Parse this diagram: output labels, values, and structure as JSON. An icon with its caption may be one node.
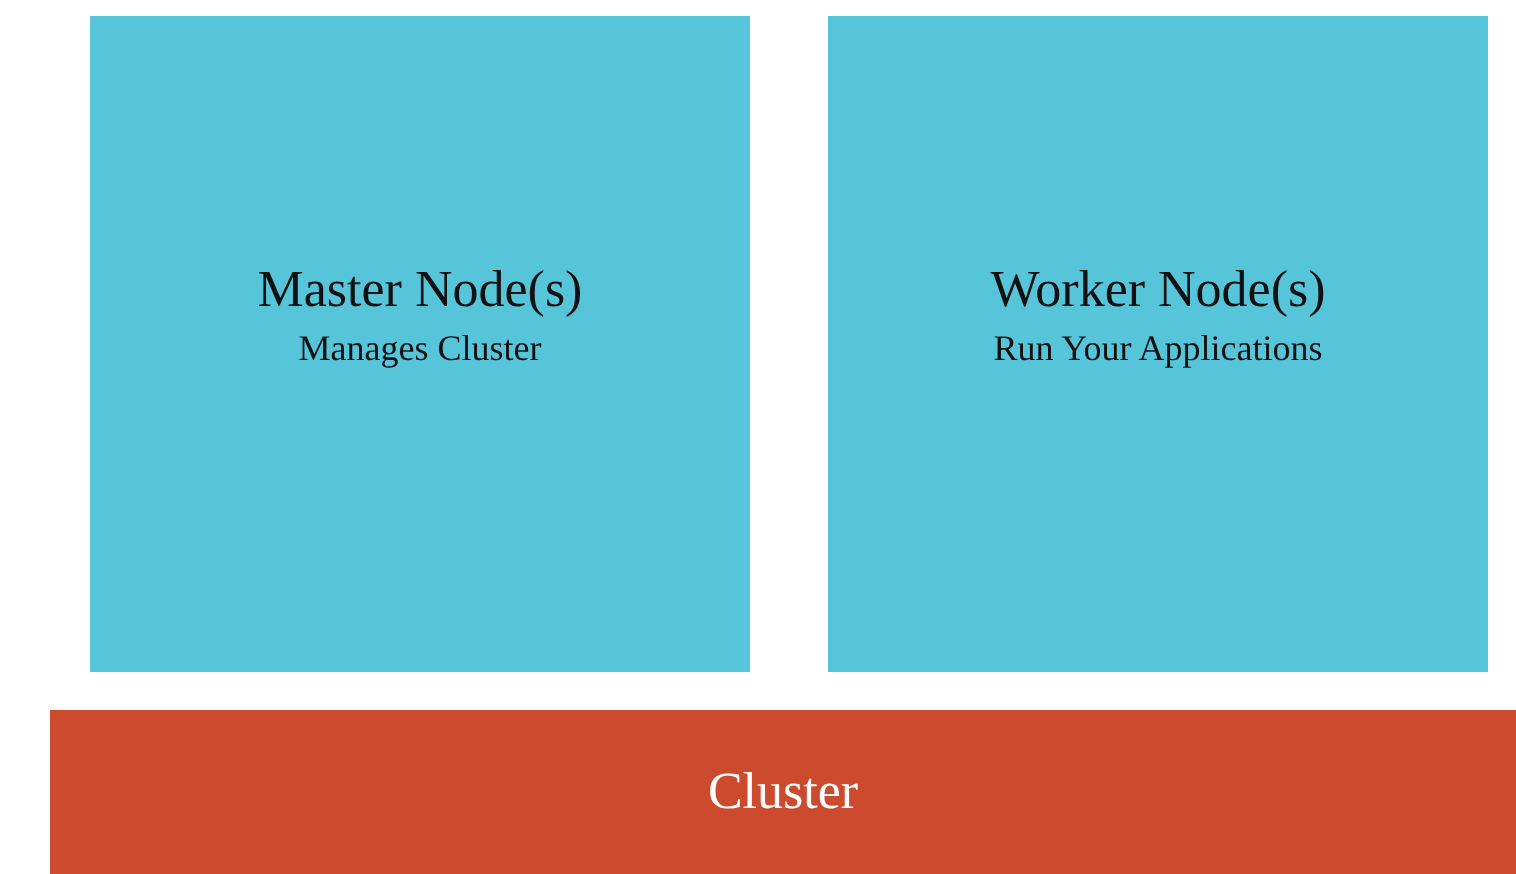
{
  "diagram": {
    "nodes": [
      {
        "text": [
          "Master Node(s)",
          "Manages Cluster"
        ]
      },
      {
        "text": [
          "Worker Node(s)",
          "Run Your Applications"
        ]
      },
      {
        "text": [
          "Cluster"
        ]
      }
    ]
  }
}
